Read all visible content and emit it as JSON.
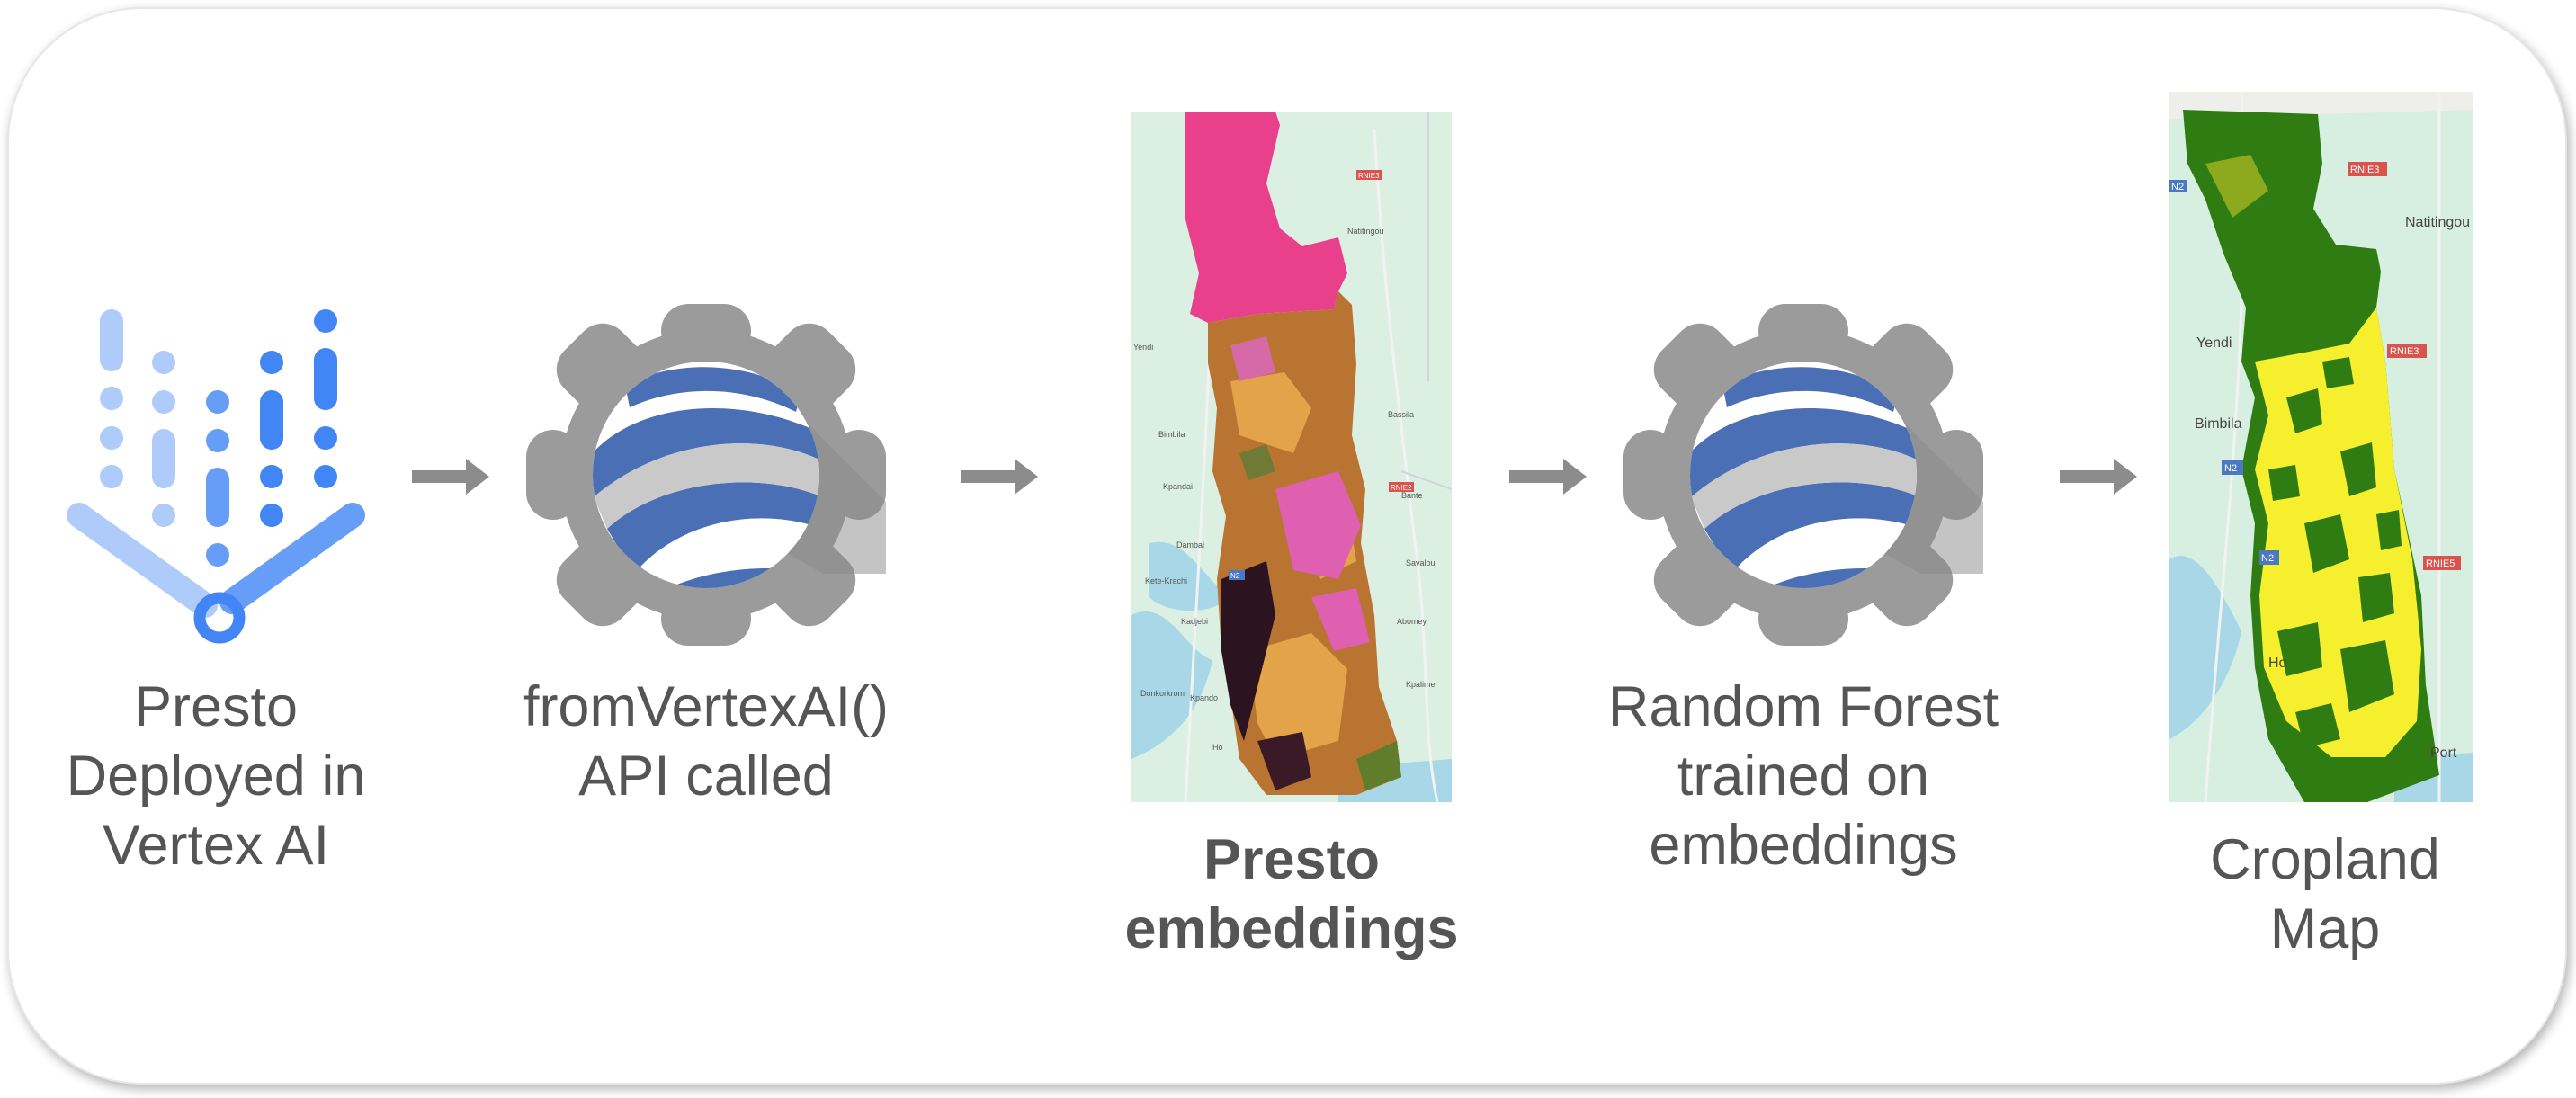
{
  "steps": [
    {
      "id": "presto-deployed",
      "icon": "vertex-ai-icon",
      "lines": [
        "Presto",
        "Deployed in",
        "Vertex AI"
      ]
    },
    {
      "id": "api-called",
      "icon": "earth-engine-gear-icon",
      "lines": [
        "fromVertexAI()",
        "API called"
      ]
    },
    {
      "id": "presto-embeddings",
      "icon": "embeddings-map-image",
      "lines": [
        "Presto",
        "embeddings"
      ]
    },
    {
      "id": "random-forest",
      "icon": "earth-engine-gear-icon",
      "lines": [
        "Random Forest",
        "trained on",
        "embeddings"
      ]
    },
    {
      "id": "cropland-map",
      "icon": "cropland-map-image",
      "lines": [
        "Cropland",
        "Map"
      ]
    }
  ],
  "map_labels": {
    "embeddings": [
      "Natitingou",
      "Bassila",
      "Bante",
      "Savalou",
      "Abomey",
      "Kpalime",
      "Yendi",
      "Bimbila",
      "Dambai",
      "Kete-Krachi",
      "Kpandai",
      "Kadjebi",
      "Donkorkrom",
      "Kpando",
      "Ho",
      "RNIE3",
      "RNIE2",
      "N2"
    ],
    "cropland": [
      "RNIE3",
      "N2",
      "Natitingou",
      "Yendi",
      "Bimbila",
      "RNIE5",
      "Ho",
      "Port"
    ]
  },
  "colors": {
    "text": "#555555",
    "arrow": "#8c8c8c",
    "gear": "#9b9b9b",
    "globe_blue": "#4a6fb5",
    "vertex_blue": "#4285f4",
    "vertex_light": "#aecbfa",
    "embed_pink": "#e8408a",
    "embed_brown": "#b97431",
    "embed_orange": "#e2a349",
    "embed_dark": "#2b1320",
    "crop_green": "#2f7d12",
    "crop_yellow": "#f6ef2d",
    "map_water": "#a8d8e8",
    "map_land": "#d7efe0"
  }
}
